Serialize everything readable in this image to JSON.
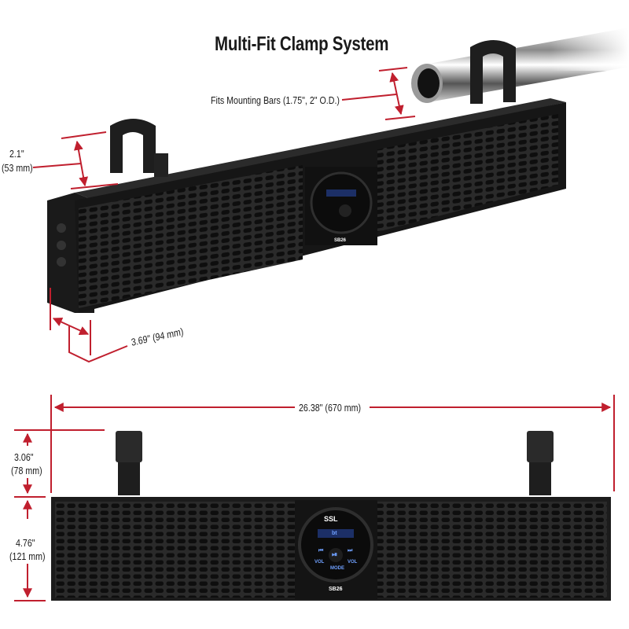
{
  "title": "Multi-Fit Clamp System",
  "product": {
    "brand_logo": "SSL",
    "model": "SB26",
    "display_text": "bt",
    "panel_buttons": [
      "prev",
      "play-pause",
      "next",
      "VOL-",
      "MODE",
      "VOL+"
    ],
    "panel_labels": {
      "vol": "VOL",
      "mode": "MODE"
    }
  },
  "dimensions": {
    "mount_bars": "Fits Mounting Bars (1.75\", 2\" O.D.)",
    "clamp_height_in": "2.1\"",
    "clamp_height_mm": "(53 mm)",
    "depth": "3.69\" (94 mm)",
    "length": "26.38\" (670 mm)",
    "clamp_top_in": "3.06\"",
    "clamp_top_mm": "(78 mm)",
    "bar_height_in": "4.76\"",
    "bar_height_mm": "(121 mm)"
  },
  "colors": {
    "dimension_line": "#c01f2e",
    "speaker_body": "#1c1c1c",
    "panel_blue": "#5b8cff"
  }
}
